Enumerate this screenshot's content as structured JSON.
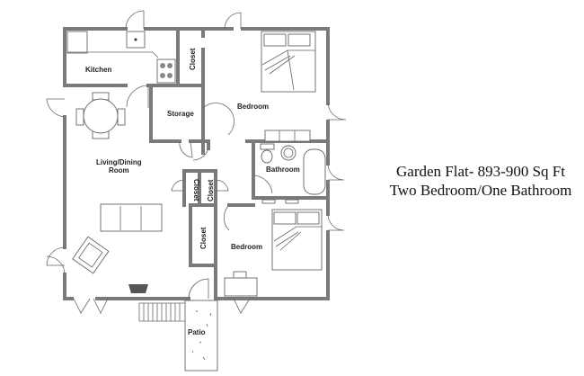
{
  "title": {
    "line1": "Garden Flat- 893-900 Sq Ft",
    "line2": "Two Bedroom/One Bathroom"
  },
  "rooms": {
    "kitchen": "Kitchen",
    "closet_top": "Closet",
    "storage": "Storage",
    "bedroom_upper": "Bedroom",
    "living_line1": "Living/Dining",
    "living_line2": "Room",
    "bathroom": "Bathroom",
    "closet_hall_left": "Closet",
    "closet_hall_right": "Closet",
    "closet_lower": "Closet",
    "bedroom_lower": "Bedroom",
    "patio": "Patio"
  }
}
